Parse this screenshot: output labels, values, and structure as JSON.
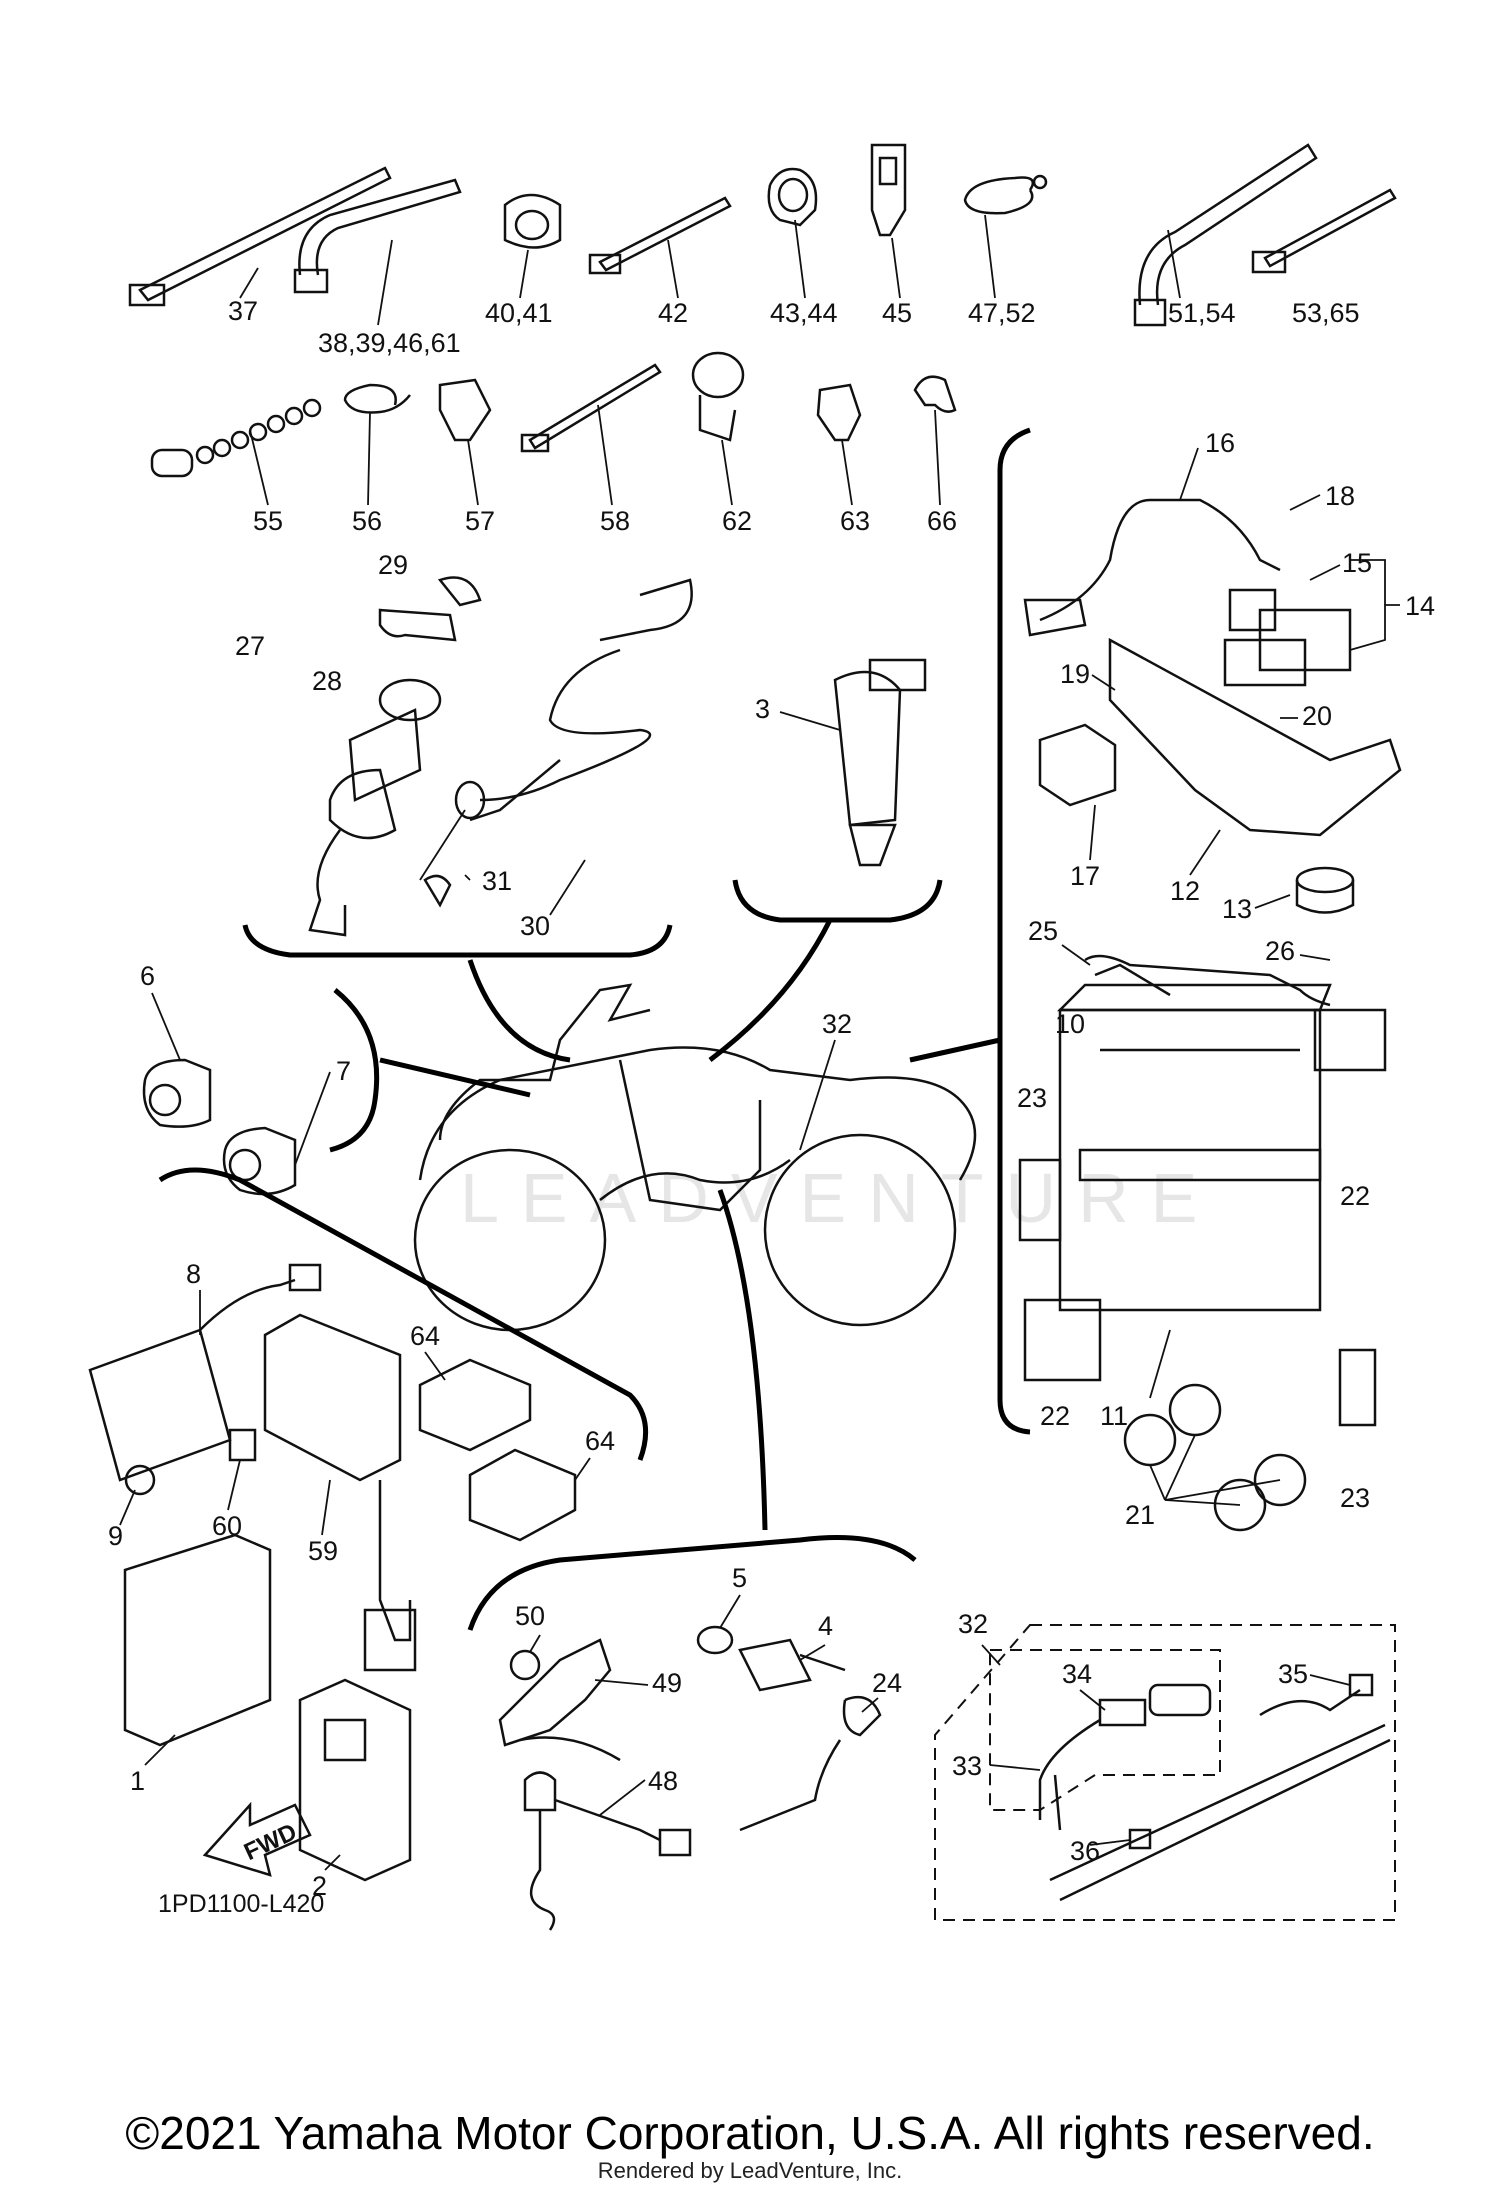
{
  "diagram": {
    "drawing_code": "1PD1100-L420",
    "fwd_label": "FWD",
    "watermark": "LEADVENTURE",
    "callouts": [
      {
        "id": "c37",
        "text": "37"
      },
      {
        "id": "c38",
        "text": "38,39,46,61"
      },
      {
        "id": "c40",
        "text": "40,41"
      },
      {
        "id": "c42",
        "text": "42"
      },
      {
        "id": "c43",
        "text": "43,44"
      },
      {
        "id": "c45",
        "text": "45"
      },
      {
        "id": "c47",
        "text": "47,52"
      },
      {
        "id": "c51",
        "text": "51,54"
      },
      {
        "id": "c53",
        "text": "53,65"
      },
      {
        "id": "c55",
        "text": "55"
      },
      {
        "id": "c56",
        "text": "56"
      },
      {
        "id": "c57",
        "text": "57"
      },
      {
        "id": "c58",
        "text": "58"
      },
      {
        "id": "c62",
        "text": "62"
      },
      {
        "id": "c63",
        "text": "63"
      },
      {
        "id": "c66",
        "text": "66"
      },
      {
        "id": "c29",
        "text": "29"
      },
      {
        "id": "c27",
        "text": "27"
      },
      {
        "id": "c28",
        "text": "28"
      },
      {
        "id": "c31",
        "text": "31"
      },
      {
        "id": "c30",
        "text": "30"
      },
      {
        "id": "c3",
        "text": "3"
      },
      {
        "id": "c16",
        "text": "16"
      },
      {
        "id": "c18",
        "text": "18"
      },
      {
        "id": "c15",
        "text": "15"
      },
      {
        "id": "c14",
        "text": "14"
      },
      {
        "id": "c19",
        "text": "19"
      },
      {
        "id": "c20",
        "text": "20"
      },
      {
        "id": "c17",
        "text": "17"
      },
      {
        "id": "c12",
        "text": "12"
      },
      {
        "id": "c13",
        "text": "13"
      },
      {
        "id": "c25",
        "text": "25"
      },
      {
        "id": "c26",
        "text": "26"
      },
      {
        "id": "c10",
        "text": "10"
      },
      {
        "id": "c23a",
        "text": "23"
      },
      {
        "id": "c22a",
        "text": "22"
      },
      {
        "id": "c22b",
        "text": "22"
      },
      {
        "id": "c11",
        "text": "11"
      },
      {
        "id": "c21",
        "text": "21"
      },
      {
        "id": "c23b",
        "text": "23"
      },
      {
        "id": "c6",
        "text": "6"
      },
      {
        "id": "c7",
        "text": "7"
      },
      {
        "id": "c32a",
        "text": "32"
      },
      {
        "id": "c8",
        "text": "8"
      },
      {
        "id": "c64a",
        "text": "64"
      },
      {
        "id": "c64b",
        "text": "64"
      },
      {
        "id": "c9",
        "text": "9"
      },
      {
        "id": "c60",
        "text": "60"
      },
      {
        "id": "c59",
        "text": "59"
      },
      {
        "id": "c1",
        "text": "1"
      },
      {
        "id": "c2",
        "text": "2"
      },
      {
        "id": "c5",
        "text": "5"
      },
      {
        "id": "c50",
        "text": "50"
      },
      {
        "id": "c4",
        "text": "4"
      },
      {
        "id": "c49",
        "text": "49"
      },
      {
        "id": "c24",
        "text": "24"
      },
      {
        "id": "c48",
        "text": "48"
      },
      {
        "id": "c32b",
        "text": "32"
      },
      {
        "id": "c34",
        "text": "34"
      },
      {
        "id": "c35",
        "text": "35"
      },
      {
        "id": "c33",
        "text": "33"
      },
      {
        "id": "c36",
        "text": "36"
      }
    ]
  },
  "footer": {
    "copyright": "©2021 Yamaha Motor Corporation, U.S.A. All rights reserved.",
    "rendered_by": "Rendered by LeadVenture, Inc."
  }
}
